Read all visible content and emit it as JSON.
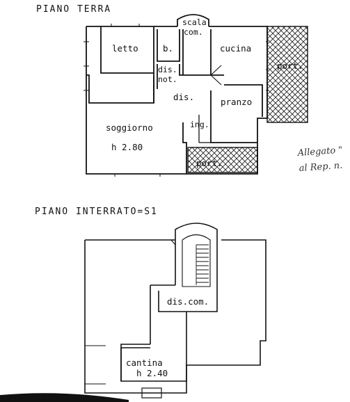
{
  "titles": {
    "ground": "PIANO  TERRA",
    "basement": "PIANO  INTERRATO=S1"
  },
  "ground_floor_rooms": {
    "scala_line1": "scala",
    "scala_line2": "com.",
    "letto": "letto",
    "bagno": "b.",
    "cucina": "cucina",
    "portico_right": "port.",
    "dis_not_line1": "dis.",
    "dis_not_line2": "not.",
    "dis": "dis.",
    "pranzo": "pranzo",
    "soggiorno": "soggiorno",
    "soggiorno_height": "h 2.80",
    "ingresso": "ing.",
    "portico_bottom": "port."
  },
  "basement_rooms": {
    "dis_com": "dis.com.",
    "cantina": "cantina",
    "cantina_height": "h  2.40"
  },
  "annotation": {
    "line1": "Allegato \"",
    "line2": "al Rep. n."
  },
  "colors": {
    "line": "#111111",
    "hatch": "#222222",
    "background": "#ffffff"
  }
}
